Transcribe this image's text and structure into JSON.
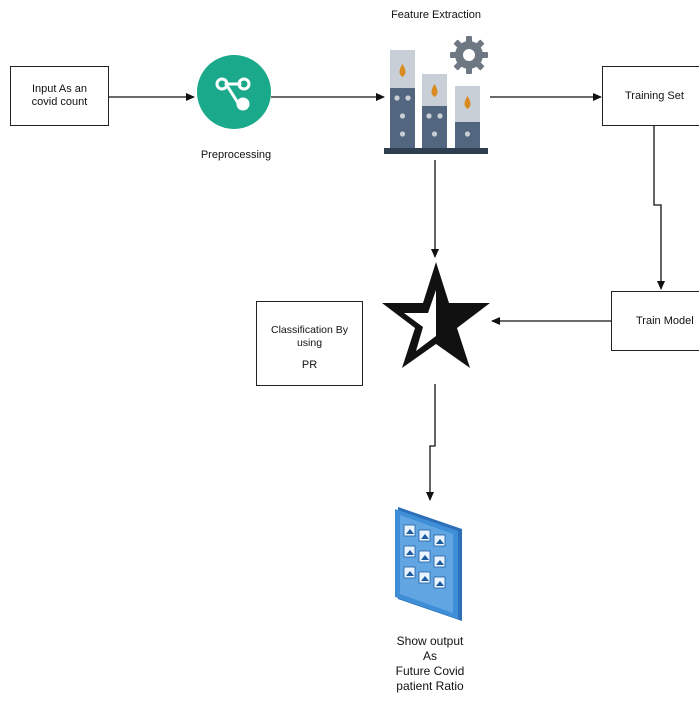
{
  "nodes": {
    "input": {
      "line1": "Input As an",
      "line2": "covid count"
    },
    "preprocessing": {
      "label": "Preprocessing"
    },
    "feature_extraction": {
      "label": "Feature Extraction"
    },
    "training_set": {
      "label": "Training Set"
    },
    "train_model": {
      "label": "Train Model"
    },
    "classification": {
      "line1": "Classification By using",
      "line2": "PR"
    },
    "output": {
      "line1": "Show output",
      "line2": "As",
      "line3": "Future Covid",
      "line4": "patient Ratio"
    }
  },
  "icons": {
    "preprocessing": "share-nodes-icon",
    "feature_extraction": "factory-icon",
    "classifier": "half-star-icon",
    "output": "image-gallery-icon"
  },
  "colors": {
    "preprocessing_circle": "#1aa98a",
    "factory_body": "#52677f",
    "factory_cap": "#c9cfd6",
    "drop": "#d98b22",
    "gear": "#6e7883",
    "gallery": "#3f8fd8"
  }
}
